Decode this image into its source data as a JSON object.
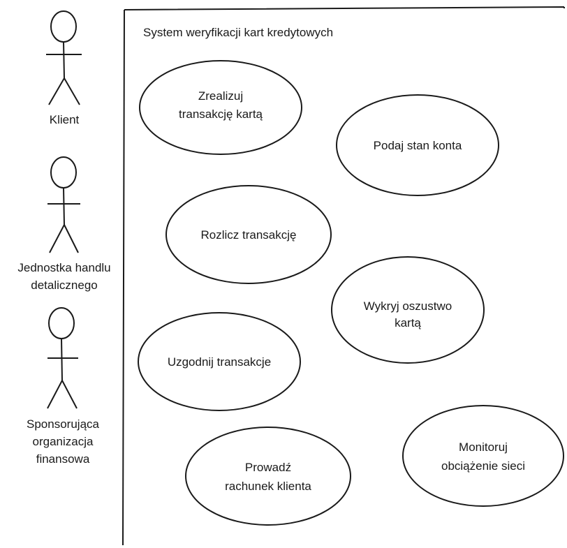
{
  "system": {
    "title": "System weryfikacji kart kredytowych"
  },
  "actors": [
    {
      "lines": [
        "Klient"
      ]
    },
    {
      "lines": [
        "Jednostka handlu",
        "detalicznego"
      ]
    },
    {
      "lines": [
        "Sponsorująca",
        "organizacja",
        "finansowa"
      ]
    }
  ],
  "use_cases": [
    {
      "lines": [
        "Zrealizuj",
        "transakcję kartą"
      ]
    },
    {
      "lines": [
        "Podaj stan konta"
      ]
    },
    {
      "lines": [
        "Rozlicz transakcję"
      ]
    },
    {
      "lines": [
        "Wykryj oszustwo",
        "kartą"
      ]
    },
    {
      "lines": [
        "Uzgodnij transakcje"
      ]
    },
    {
      "lines": [
        "Monitoruj",
        "obciążenie sieci"
      ]
    },
    {
      "lines": [
        "Prowadź",
        "rachunek klienta"
      ]
    }
  ]
}
